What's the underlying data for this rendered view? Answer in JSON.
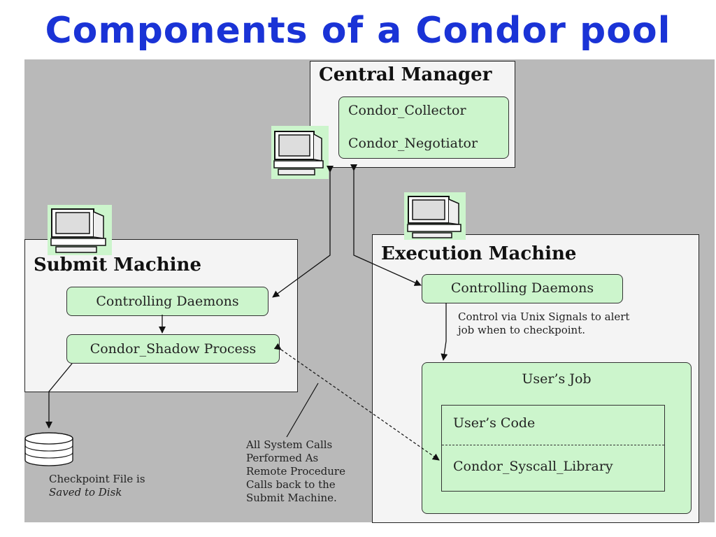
{
  "title": "Components of a Condor pool",
  "central_manager": {
    "heading": "Central Manager",
    "collector": "Condor_Collector",
    "negotiator": "Condor_Negotiator"
  },
  "submit_machine": {
    "heading": "Submit Machine",
    "controlling_daemons": "Controlling Daemons",
    "shadow": "Condor_Shadow Process"
  },
  "execution_machine": {
    "heading": "Execution Machine",
    "controlling_daemons": "Controlling Daemons",
    "signal_note": [
      "Control via Unix Signals to alert",
      "job when to checkpoint."
    ],
    "users_job": "User’s Job",
    "users_code": "User’s Code",
    "syscall_library": "Condor_Syscall_Library"
  },
  "checkpoint_note": [
    "Checkpoint File is",
    "Saved to Disk"
  ],
  "syscall_note": [
    "All System Calls",
    "Performed As",
    "Remote Procedure",
    "Calls back to the",
    "Submit Machine."
  ],
  "colors": {
    "title": "#1a33d6",
    "background": "#b9b9b9",
    "box": "#f4f4f4",
    "node": "#ccf5cc"
  },
  "icons": [
    "computer-icon",
    "disk-icon"
  ]
}
